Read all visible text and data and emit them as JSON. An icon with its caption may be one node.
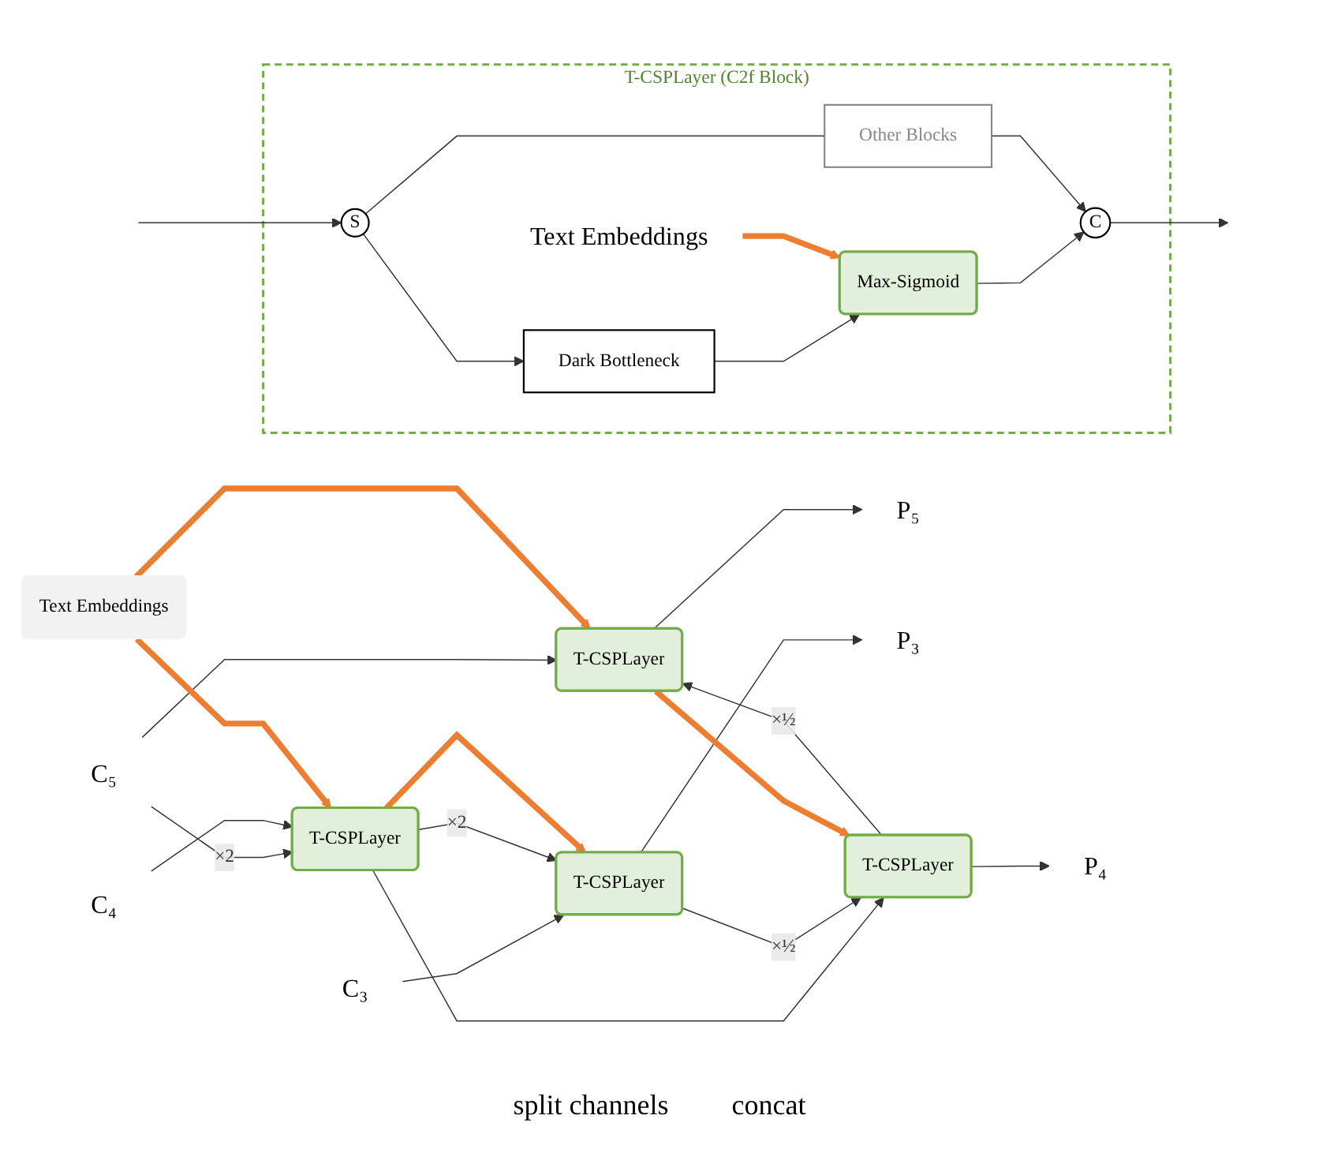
{
  "diagram": {
    "nodes": [
      {
        "text": [
          "Text Embeddings"
        ]
      },
      {
        "text": [
          "C₅"
        ]
      },
      {
        "text": [
          "C₄"
        ]
      },
      {
        "text": [
          "C₃"
        ]
      },
      {
        "text": [
          "T-CSPLayer"
        ]
      },
      {
        "text": [
          "T-CSPLayer"
        ]
      },
      {
        "text": [
          "T-CSPLayer"
        ]
      },
      {
        "text": [
          "T-CSPLayer"
        ]
      },
      {
        "text": [
          "P₅"
        ]
      },
      {
        "text": [
          "P₄"
        ]
      },
      {
        "text": [
          "P₃"
        ]
      },
      {
        "text": [
          "T-CSPLayer (C2f Block)"
        ]
      },
      {
        "text": [
          "S"
        ],
        "in": 11
      },
      {
        "text": [
          "Dark Bottleneck"
        ],
        "in": 11
      },
      {
        "text": [
          "Text Embeddings"
        ],
        "in": 11
      },
      {
        "text": [
          "Max-Sigmoid"
        ],
        "in": 11
      },
      {
        "text": [
          "C"
        ],
        "in": 11
      },
      {
        "text": [
          "Other Blocks"
        ],
        "in": 11
      }
    ],
    "edges": [
      {
        "from": 1,
        "to": 4,
        "arrow": "to"
      },
      {
        "from": 1,
        "to": 5,
        "arrow": "to",
        "label": "×2"
      },
      {
        "from": 2,
        "to": 5,
        "arrow": "to"
      },
      {
        "from": 5,
        "to": 6,
        "arrow": "to"
      },
      {
        "from": 6,
        "to": 9,
        "arrow": "to"
      },
      {
        "from": 6,
        "to": 4,
        "arrow": "to",
        "label": "×½"
      },
      {
        "from": 4,
        "to": 8,
        "arrow": "to"
      },
      {
        "from": 3,
        "to": 7,
        "arrow": "to"
      },
      {
        "from": 5,
        "to": 7,
        "arrow": "to",
        "label": "×2"
      },
      {
        "from": 7,
        "to": 10,
        "arrow": "to"
      },
      {
        "from": 7,
        "to": 6,
        "arrow": "to",
        "label": "×½"
      },
      {
        "from": 0,
        "to": 4,
        "arrow": "to",
        "style": "thick",
        "color": "#ed7d31"
      },
      {
        "from": 0,
        "to": 5,
        "arrow": "to",
        "style": "thick",
        "color": "#ed7d31"
      },
      {
        "from": 4,
        "to": 6,
        "arrow": "to",
        "style": "thick",
        "color": "#ed7d31"
      },
      {
        "from": 5,
        "to": 7,
        "arrow": "to",
        "style": "thick",
        "color": "#ed7d31"
      },
      {
        "from": null,
        "to": 12,
        "arrow": "to"
      },
      {
        "from": 12,
        "to": 13,
        "arrow": "to"
      },
      {
        "from": 13,
        "to": 15,
        "arrow": "to"
      },
      {
        "from": 14,
        "to": 15,
        "arrow": "to",
        "style": "thick",
        "color": "#ed7d31"
      },
      {
        "from": 15,
        "to": 16,
        "arrow": "to"
      },
      {
        "from": 16,
        "to": null,
        "arrow": "to"
      },
      {
        "from": 12,
        "to": 17,
        "arrow": "none"
      },
      {
        "from": 17,
        "to": 16,
        "arrow": "to"
      }
    ],
    "labels": [
      "split channels",
      "concat"
    ]
  }
}
